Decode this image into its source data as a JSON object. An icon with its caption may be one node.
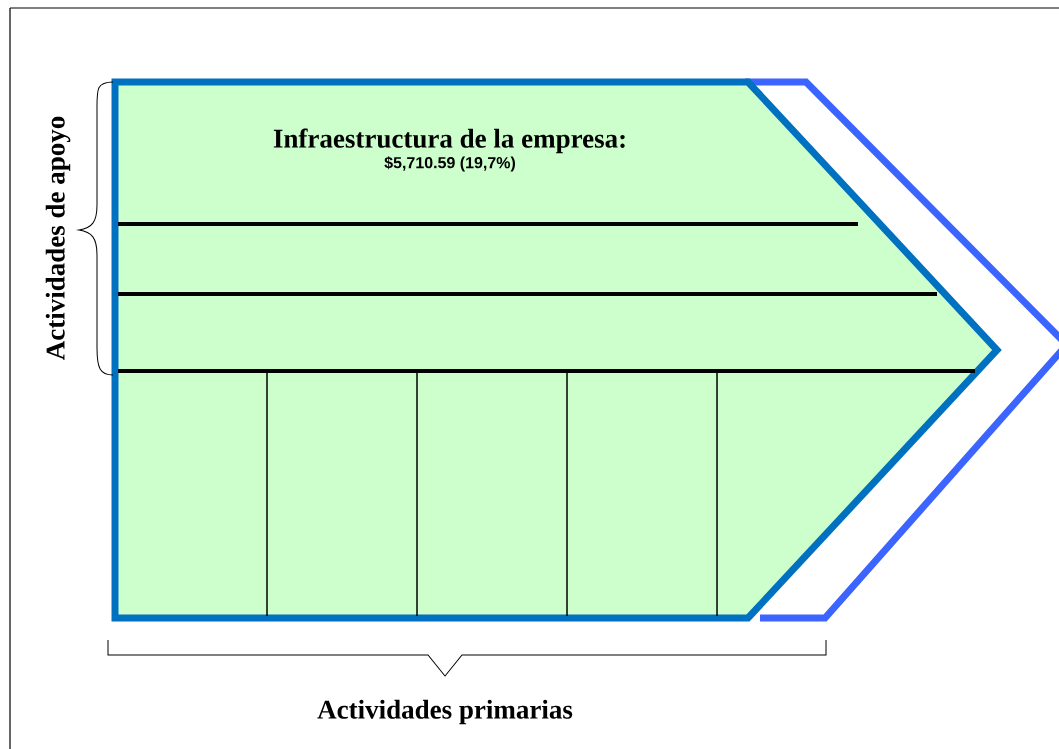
{
  "diagram": {
    "nodes": [
      {
        "text": [
          "Infraestructura de la empresa:",
          "$5,710.59 (19,7%)"
        ]
      }
    ],
    "labels": [
      "Actividades de apoyo",
      "Actividades primarias"
    ]
  }
}
